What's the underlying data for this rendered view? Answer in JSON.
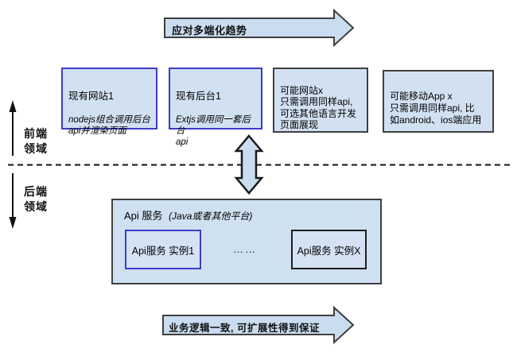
{
  "top_arrow": {
    "label": "应对多端化趋势"
  },
  "bottom_arrow": {
    "label": "业务逻辑一致, 可扩展性得到保证"
  },
  "front_region": {
    "label": "前端\n领域"
  },
  "back_region": {
    "label": "后端\n领域"
  },
  "boxes": {
    "existing_site": {
      "title": "现有网站1",
      "note": "nodejs组合调用后台\napi并渲染页面"
    },
    "existing_backend": {
      "title": "现有后台1",
      "note": "Extjs调用同一套后台\napi"
    },
    "possible_site": {
      "text": "可能网站x\n只需调用同样api,\n可选其他语言开发\n页面展现"
    },
    "possible_app": {
      "text": "可能移动App x\n只需调用同样api, 比\n如android、ios端应用"
    }
  },
  "api_service": {
    "title": "Api 服务",
    "platform_note": "(Java或者其他平台)",
    "instance_1": "Api服务 实例1",
    "ellipsis": "……",
    "instance_x": "Api服务 实例X"
  },
  "colors": {
    "arrow_fill": "#cadcf0",
    "arrow_stroke": "#3f3f3f",
    "box_fill": "#d2e1f2",
    "api_box_fill": "#cfe0f1",
    "blue_border": "#3c3cc8",
    "dark_border": "#3f3f3f",
    "black_border": "#1f1f1f",
    "line_color": "#111111"
  }
}
